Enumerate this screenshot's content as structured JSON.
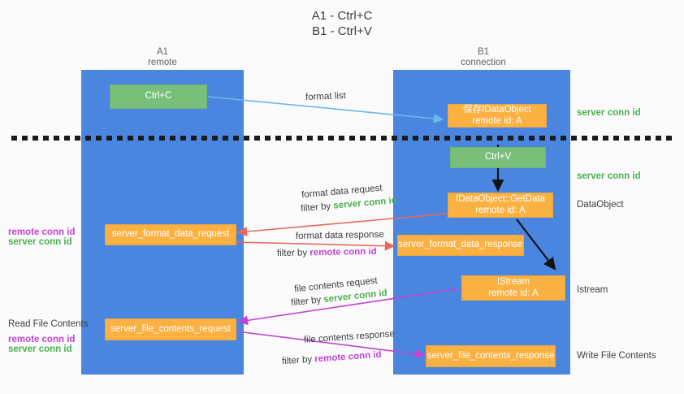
{
  "title": {
    "line1": "A1 - Ctrl+C",
    "line2": "B1 - Ctrl+V"
  },
  "columns": [
    {
      "name": "A1",
      "sub": "remote"
    },
    {
      "name": "B1",
      "sub": "connection"
    }
  ],
  "colors": {
    "lane": "#4a86e0",
    "green_node": "#78c07a",
    "orange_node": "#fbb042",
    "server_conn_id": "#4caf50",
    "remote_conn_id": "#c243d6",
    "format_list_arrow": "#6bb9e8",
    "format_data_arrow": "#e8685d",
    "file_contents_arrow": "#c243d6",
    "flow_arrow": "#000000",
    "divider": "#1a1a1a"
  },
  "nodes": {
    "ctrl_c": {
      "line1": "Ctrl+C",
      "line2": ""
    },
    "save_dataobject": {
      "line1": "保存IDataObject",
      "line2": "remote id: A"
    },
    "ctrl_v": {
      "line1": "Ctrl+V",
      "line2": ""
    },
    "getdata": {
      "line1": "IDataObject::GetData",
      "line2": "remote id: A"
    },
    "istream": {
      "line1": "IStream",
      "line2": "remote id: A"
    },
    "fmt_req": {
      "line1": "server_format_data_request",
      "line2": ""
    },
    "fmt_res": {
      "line1": "server_format_data_response",
      "line2": ""
    },
    "file_req": {
      "line1": "server_file_contents_request",
      "line2": ""
    },
    "file_res": {
      "line1": "server_file_contents_response",
      "line2": ""
    }
  },
  "side_labels": {
    "server_conn_id_1": "server conn id",
    "server_conn_id_2": "server conn id",
    "dataobject": "DataObject",
    "istream": "Istream",
    "write_file_contents": "Write File Contents",
    "read_file_contents": "Read File Contents"
  },
  "left_labels": {
    "remote_conn_id_1": "remote conn id",
    "server_conn_id_1": "server conn id",
    "remote_conn_id_2": "remote conn id",
    "server_conn_id_2": "server conn id"
  },
  "edge_labels": {
    "format_list": "format list",
    "format_data_request": "format data request",
    "format_data_request_filter_prefix": "filter by ",
    "format_data_request_filter_value": "server conn id",
    "format_data_response": "format data response",
    "format_data_response_filter_prefix": "filter by ",
    "format_data_response_filter_value": "remote conn id",
    "file_contents_request": "file contents request",
    "file_contents_request_filter_prefix": "filter by ",
    "file_contents_request_filter_value": "server conn id",
    "file_contents_response": "file contents response",
    "file_contents_response_filter_prefix": "filter by ",
    "file_contents_response_filter_value": "remote conn id"
  }
}
